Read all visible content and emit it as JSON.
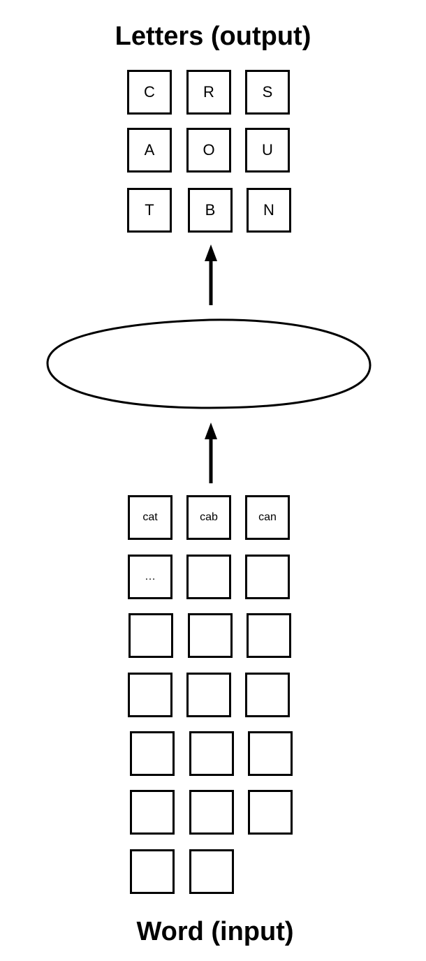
{
  "output_title": "Letters (output)",
  "input_title": "Word (input)",
  "letter_grid": [
    "C",
    "R",
    "S",
    "A",
    "O",
    "U",
    "T",
    "B",
    "N"
  ],
  "word_grid": [
    "cat",
    "cab",
    "can",
    "…",
    "",
    "",
    "",
    "",
    "",
    "",
    "",
    "",
    "",
    "",
    "",
    "",
    "",
    "",
    "",
    ""
  ]
}
